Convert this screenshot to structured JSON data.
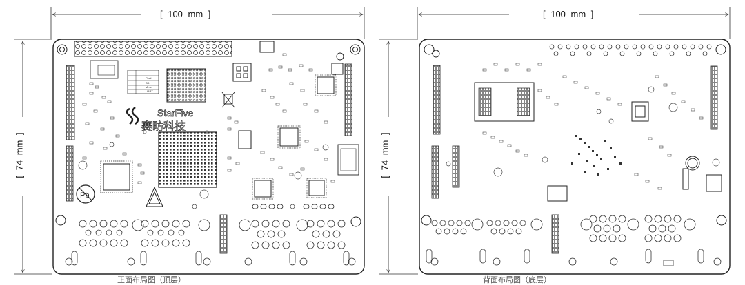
{
  "top_view": {
    "width_label": "[ 100 mm ]",
    "height_label": "[ 74 mm ]",
    "logo_en": "StarFive",
    "logo_cn": "赛昉科技",
    "pb_mark": "Pb",
    "info_table": {
      "rows": [
        "Flash",
        "SD",
        "Mmc",
        "UART"
      ]
    },
    "caption": "正面布局图（顶层）"
  },
  "bottom_view": {
    "width_label": "[ 100 mm ]",
    "height_label": "[ 74 mm ]",
    "caption": "背面布局图（底层）"
  }
}
